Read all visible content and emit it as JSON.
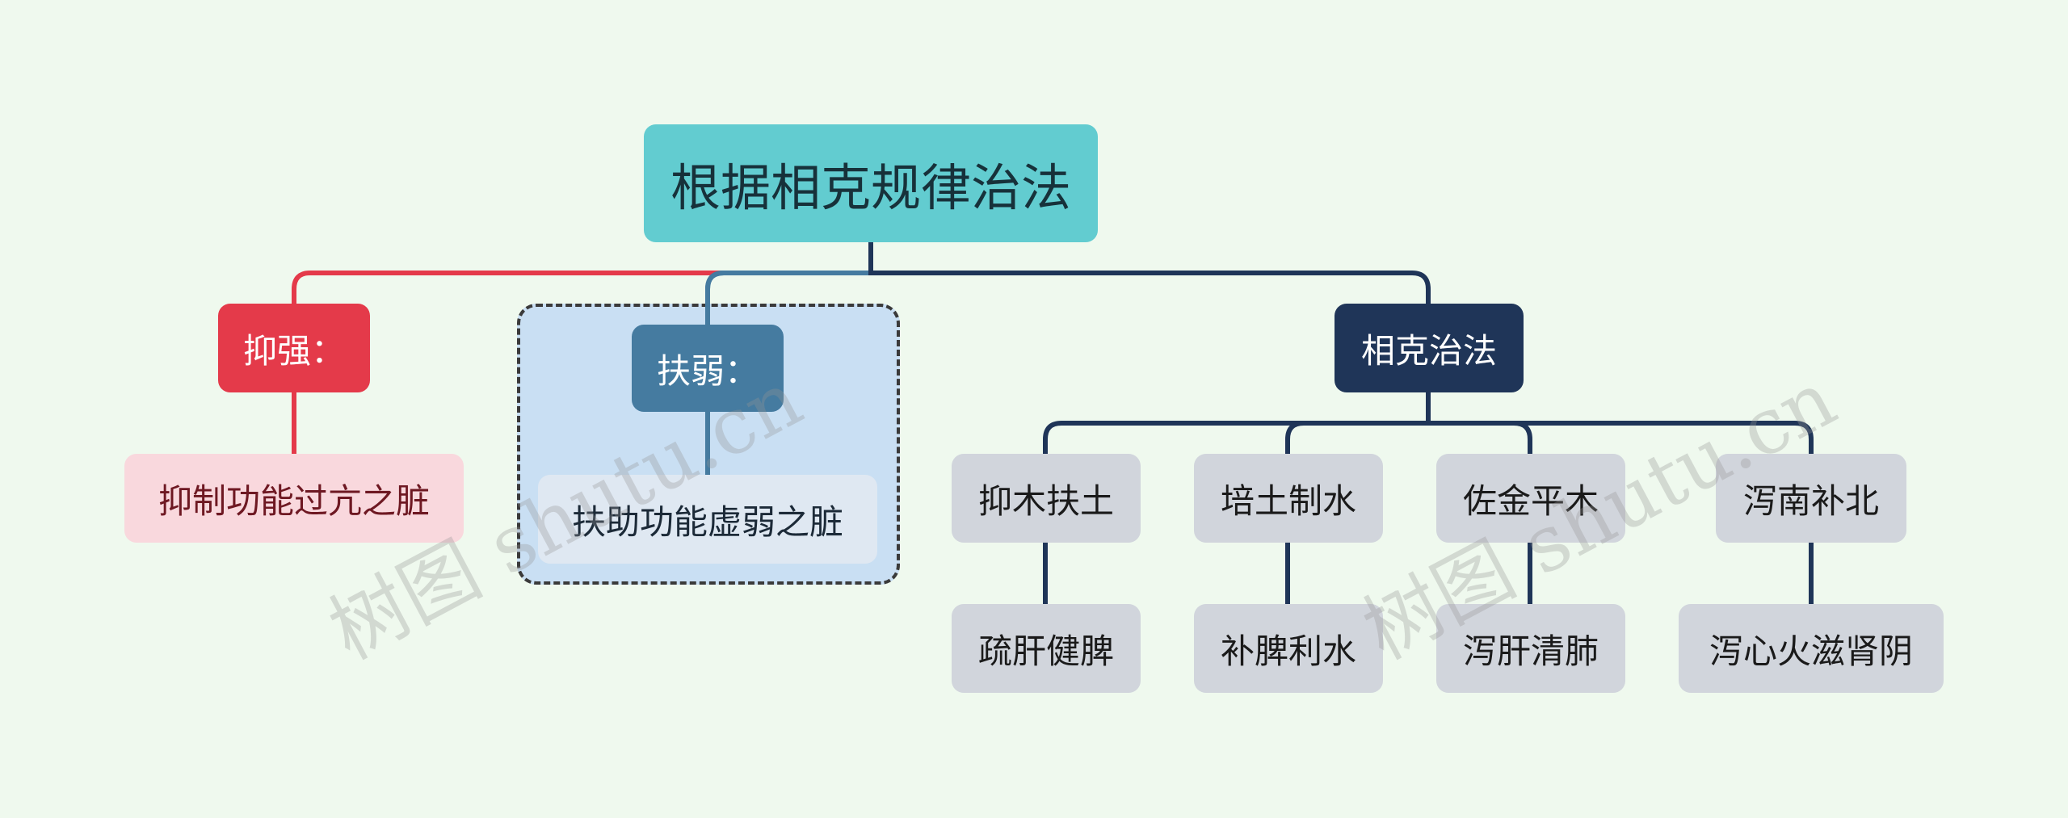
{
  "root": {
    "label": "根据相克规律治法"
  },
  "branches": [
    {
      "label": "抑强：",
      "children": [
        "抑制功能过亢之脏"
      ]
    },
    {
      "label": "扶弱：",
      "children": [
        "扶助功能虚弱之脏"
      ]
    },
    {
      "label": "相克治法",
      "children": [
        {
          "label": "抑木扶土",
          "child": "疏肝健脾"
        },
        {
          "label": "培土制水",
          "child": "补脾利水"
        },
        {
          "label": "佐金平木",
          "child": "泻肝清肺"
        },
        {
          "label": "泻南补北",
          "child": "泻心火滋肾阴"
        }
      ]
    }
  ],
  "watermarks": [
    "树图 shutu.cn",
    "树图 shutu.cn"
  ],
  "colors": {
    "background": "#eff9ee",
    "root": "#62ccd0",
    "red": "#e43a4a",
    "blue": "#457ba0",
    "navy": "#1f3558",
    "pink_leaf": "#f9d8dd",
    "gray_leaf": "#d1d5dc",
    "group_fill": "#c9dff3"
  }
}
